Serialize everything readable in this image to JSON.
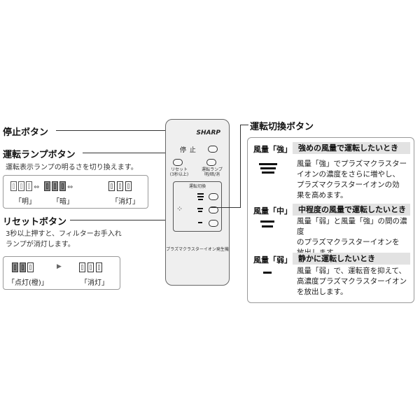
{
  "callouts": {
    "stop": {
      "title": "停止ボタン"
    },
    "lamp": {
      "title": "運転ランプボタン",
      "desc": "運転表示ランプの明るさを切り換えます。",
      "states": [
        "「明」",
        "「暗」",
        "「消灯」"
      ]
    },
    "reset": {
      "title": "リセットボタン",
      "desc_lines": [
        "3秒以上押すと、フィルターお手入れ",
        "ランプが消灯します。"
      ],
      "states": [
        "「点灯(橙)」",
        "「消灯」"
      ]
    },
    "mode": {
      "title": "運転切換ボタン"
    }
  },
  "remote": {
    "brand": "SHARP",
    "stop_label": "停 止",
    "reset_label_lines": [
      "リセット",
      "(3秒以上)"
    ],
    "lamp_label_lines": [
      "運転ランプ",
      "明/暗/消"
    ],
    "mode_header": "運転切換",
    "footer": "プラズマクラスターイオン発生機"
  },
  "modes": [
    {
      "tag": "風量「強」",
      "heading": "強めの風量で運転したいとき",
      "desc_lines": [
        "風量「強」でプラズマクラスター",
        "イオンの濃度をさらに増やし、",
        "プラズマクラスターイオンの効",
        "果を高めます。"
      ]
    },
    {
      "tag": "風量「中」",
      "heading": "中程度の風量で運転したいとき",
      "desc_lines": [
        "風量「弱」と風量「強」の間の濃度",
        "のプラズマクラスターイオンを",
        "放出します。"
      ]
    },
    {
      "tag": "風量「弱」",
      "heading": "静かに運転したいとき",
      "desc_lines": [
        "風量「弱」で、運転音を抑えて、",
        "高濃度プラズマクラスターイオン",
        "を放出します。"
      ]
    }
  ]
}
